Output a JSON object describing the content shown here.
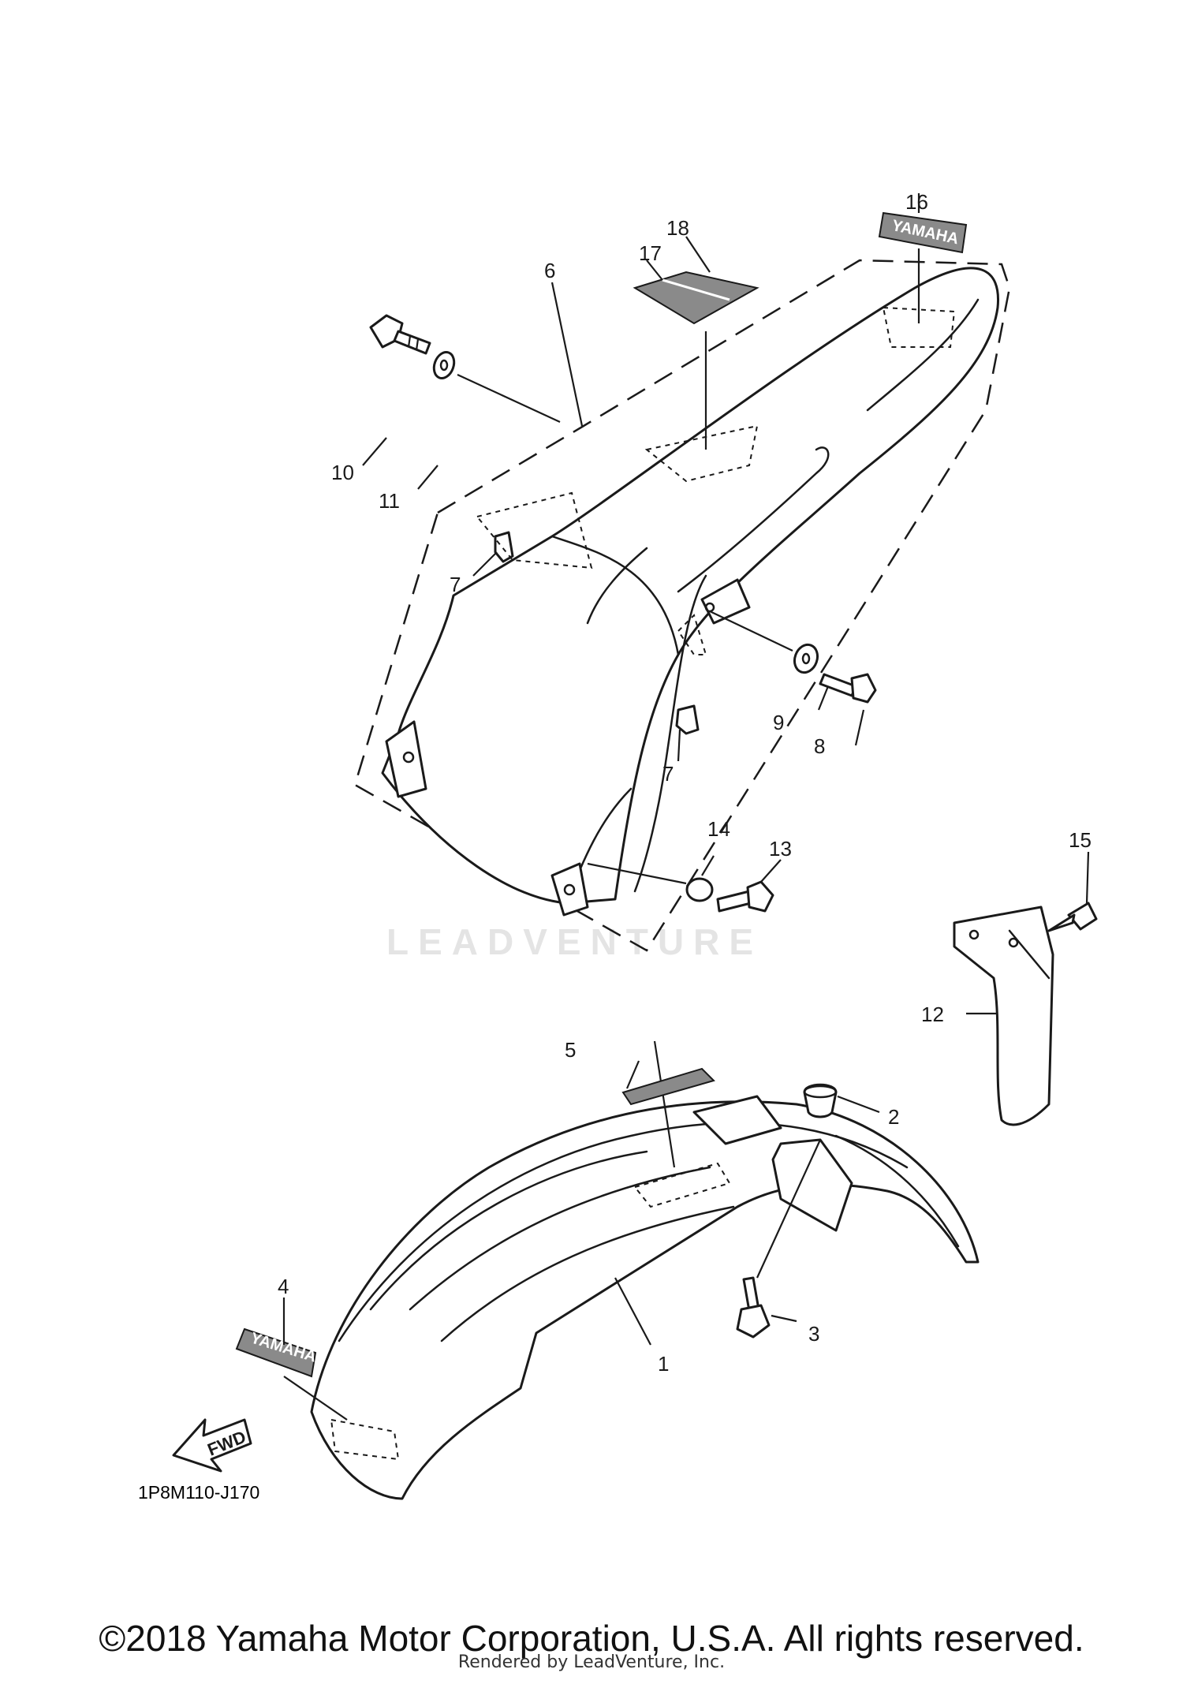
{
  "diagram": {
    "diagram_code": "1P8M110-J170",
    "watermark": "LEADVENTURE",
    "decal_text": "YAMAHA",
    "fwd_label": "FWD",
    "callouts": [
      "1",
      "2",
      "3",
      "4",
      "5",
      "6",
      "7",
      "7",
      "8",
      "9",
      "10",
      "11",
      "12",
      "13",
      "14",
      "15",
      "16",
      "17",
      "18"
    ]
  },
  "footer": {
    "copyright": "©2018 Yamaha Motor Corporation, U.S.A. All rights reserved.",
    "rendered_by": "Rendered by LeadVenture, Inc."
  }
}
